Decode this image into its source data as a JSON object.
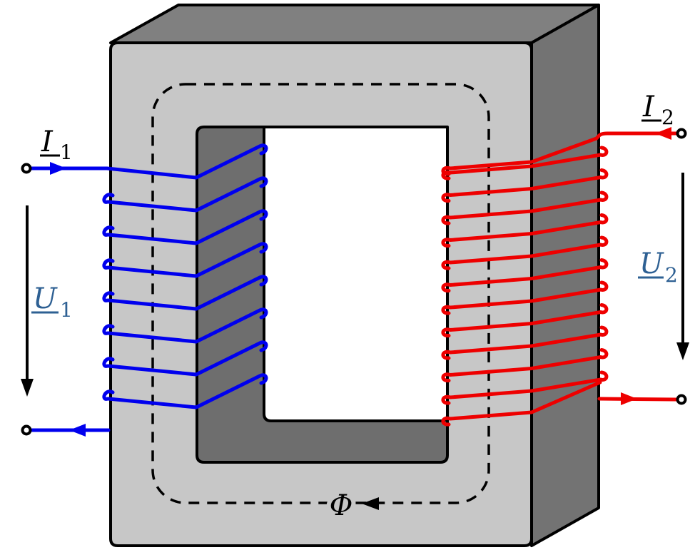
{
  "title": "Transformer with primary and secondary windings on an iron core",
  "labels": {
    "primary_current": {
      "main": "I",
      "sub": "1"
    },
    "secondary_current": {
      "main": "I",
      "sub": "2"
    },
    "primary_voltage": {
      "main": "U",
      "sub": "1"
    },
    "secondary_voltage": {
      "main": "U",
      "sub": "2"
    },
    "flux": "Φ"
  },
  "windings": {
    "primary": {
      "color": "#0000ee",
      "turns": 8,
      "side": "left"
    },
    "secondary": {
      "color": "#ee0000",
      "turns": 12,
      "side": "right"
    }
  },
  "colors": {
    "core_front": "#c7c7c7",
    "core_top": "#808080",
    "core_side": "#737373",
    "core_inner": "#6e6e6e",
    "outline": "#000000",
    "voltage_label": "#2e6093",
    "flux_line": "#000000",
    "background": "#ffffff"
  },
  "terminals": {
    "count": 4
  }
}
